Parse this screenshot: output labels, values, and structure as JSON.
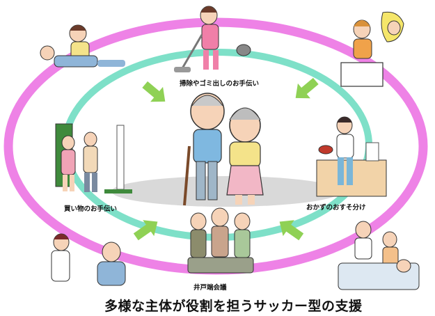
{
  "labels": {
    "cleaning_help": "掃除やゴミ出しのお手伝い",
    "shopping_help": "買い物のお手伝い",
    "share_side_dishes": "おかずのおすそ分け",
    "neighborhood_meeting": "井戸端会議"
  },
  "caption": "多様な主体が役割を担うサッカー型の支援",
  "colors": {
    "outer_ring": "#ee82e6",
    "inner_ring": "#7ee0c8",
    "arrows": "#8fd155",
    "ground": "#d9d9d9"
  }
}
